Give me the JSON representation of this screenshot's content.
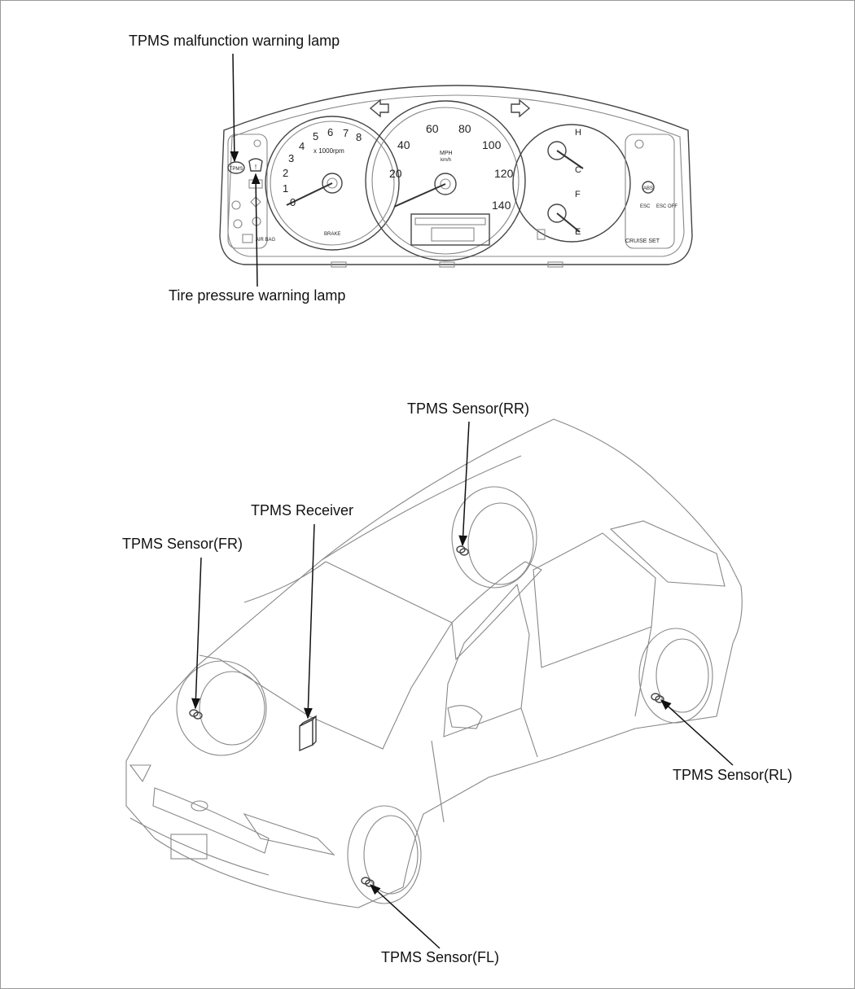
{
  "labels": {
    "tpms_malfunction_lamp": "TPMS malfunction warning lamp",
    "tire_pressure_lamp": "Tire pressure warning lamp",
    "sensor_rr": "TPMS Sensor(RR)",
    "receiver": "TPMS Receiver",
    "sensor_fr": "TPMS Sensor(FR)",
    "sensor_rl": "TPMS Sensor(RL)",
    "sensor_fl": "TPMS Sensor(FL)"
  },
  "cluster": {
    "tacho_numbers": [
      "0",
      "1",
      "2",
      "3",
      "4",
      "5",
      "6",
      "7",
      "8"
    ],
    "tacho_unit": "x 1000rpm",
    "speedo_numbers": [
      "20",
      "40",
      "60",
      "80",
      "100",
      "120",
      "140"
    ],
    "speedo_unit": "MPH",
    "speedo_unit2": "km/h",
    "temp_hot": "H",
    "temp_cold": "C",
    "fuel_full": "F",
    "fuel_empty": "E",
    "tpms_text": "TPMS",
    "brake_text": "BRAKE",
    "cruise_text": "CRUISE SET",
    "esc_text": "ESC",
    "esc_off_text": "ESC OFF",
    "air_bag_text": "AIR BAG",
    "abs_text": "ABS"
  }
}
